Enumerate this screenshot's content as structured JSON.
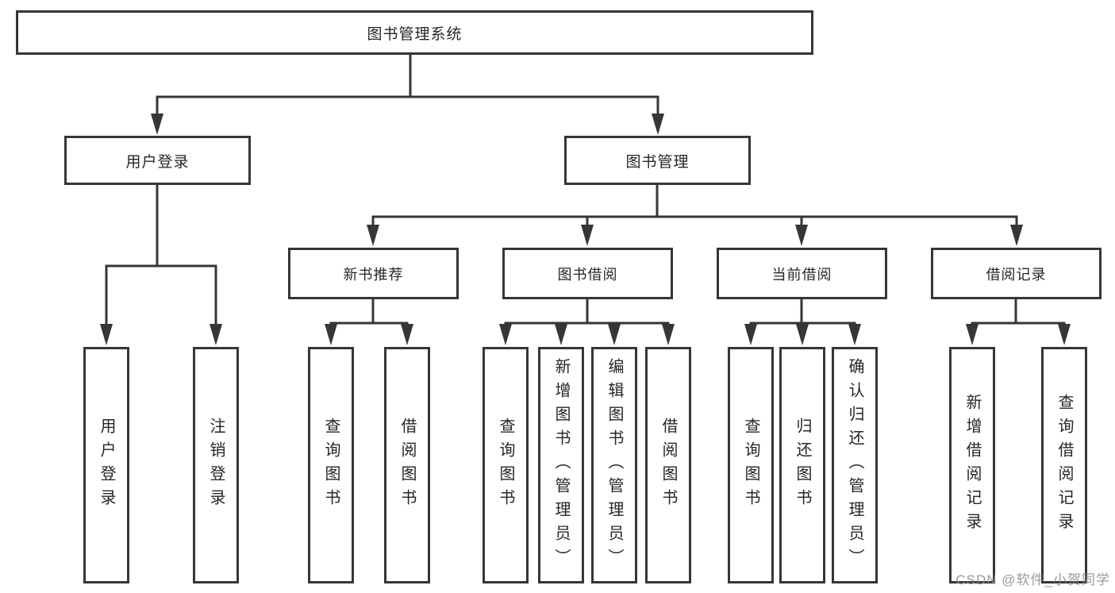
{
  "tree": {
    "root": "图书管理系统",
    "branches": [
      {
        "label": "用户登录",
        "leaves": [
          "用户登录",
          "注销登录"
        ]
      },
      {
        "label": "图书管理",
        "sections": [
          {
            "label": "新书推荐",
            "leaves": [
              "查询图书",
              "借阅图书"
            ]
          },
          {
            "label": "图书借阅",
            "leaves": [
              "查询图书",
              "新增图书（管理员）",
              "编辑图书（管理员）",
              "借阅图书"
            ]
          },
          {
            "label": "当前借阅",
            "leaves": [
              "查询图书",
              "归还图书",
              "确认归还（管理员）"
            ]
          },
          {
            "label": "借阅记录",
            "leaves": [
              "新增借阅记录",
              "查询借阅记录"
            ]
          }
        ]
      }
    ]
  },
  "watermark": "CSDN @软件_小贺同学",
  "colors": {
    "line": "#363636",
    "text": "#262626",
    "background": "#ffffff",
    "watermark": "#8c8c8c"
  }
}
